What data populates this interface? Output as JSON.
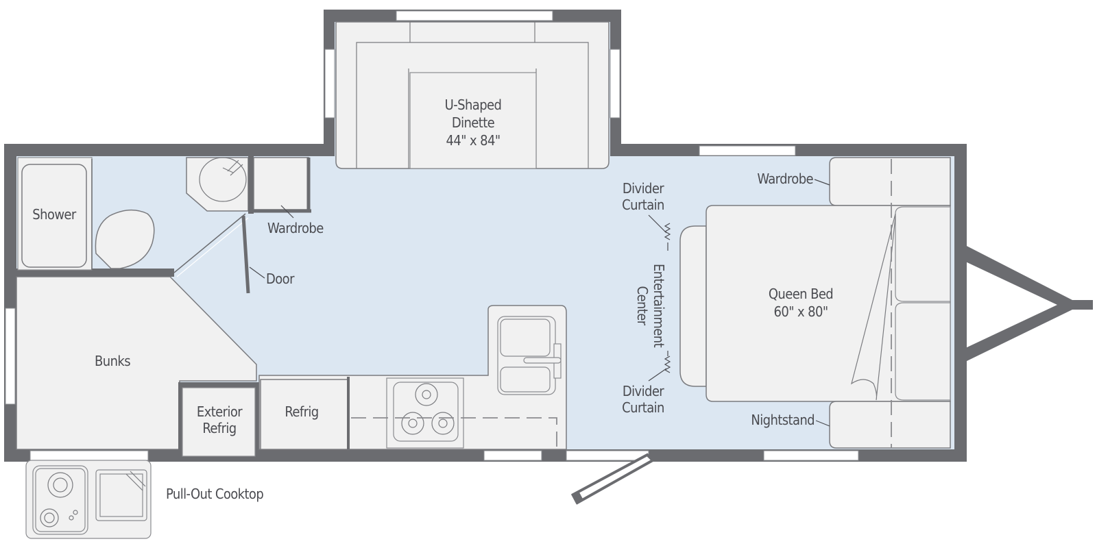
{
  "floorplan": {
    "rooms": {
      "dinette": {
        "line1": "U-Shaped",
        "line2": "Dinette",
        "dims": "44\" x 84\""
      },
      "shower": {
        "label": "Shower"
      },
      "bath_wardrobe": {
        "label": "Wardrobe"
      },
      "door": {
        "label": "Door"
      },
      "bunks": {
        "label": "Bunks"
      },
      "exterior_refrig": {
        "line1": "Exterior",
        "line2": "Refrig"
      },
      "refrig": {
        "label": "Refrig"
      },
      "divider_curtain_top": {
        "line1": "Divider",
        "line2": "Curtain"
      },
      "divider_curtain_bottom": {
        "line1": "Divider",
        "line2": "Curtain"
      },
      "entertainment_center": {
        "line1": "Entertainment",
        "line2": "Center"
      },
      "bedroom_wardrobe": {
        "label": "Wardrobe"
      },
      "queen_bed": {
        "line1": "Queen Bed",
        "dims": "60\" x 80\""
      },
      "nightstand": {
        "label": "Nightstand"
      },
      "pullout_cooktop": {
        "label": "Pull-Out Cooktop"
      }
    },
    "colors": {
      "wall": "#6b6c70",
      "floor": "#dce7f2",
      "furniture": "#f1f1f1",
      "text": "#4a4b50"
    }
  }
}
